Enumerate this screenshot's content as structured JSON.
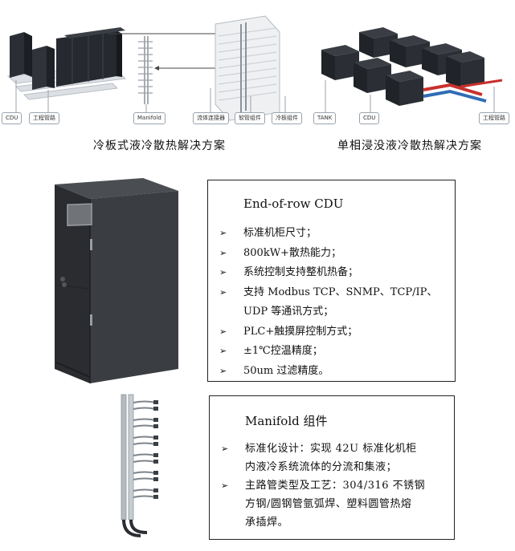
{
  "top": {
    "left_labels": {
      "cdu": "CDU",
      "pipe": "工程管路",
      "manifold": "Manifold",
      "fluid_connector": "流体连接器",
      "soft_pipe": "软管组件",
      "cold_plate": "冷板组件"
    },
    "right_labels": {
      "tank": "TANK",
      "cdu": "CDU",
      "pipe": "工程管路"
    },
    "captions": {
      "left": "冷板式液冷散热解决方案",
      "right": "单相浸没液冷散热解决方案"
    }
  },
  "cdu_spec": {
    "title": "End-of-row CDU",
    "bullet_symbol": "➢",
    "items": [
      "标准机柜尺寸；",
      "800kW+散热能力；",
      "系统控制支持整机热备；",
      "支持 Modbus TCP、SNMP、TCP/IP、",
      "UDP 等通讯方式；",
      "PLC+触摸屏控制方式；",
      "±1℃控温精度；",
      "50um 过滤精度。"
    ]
  },
  "manifold_spec": {
    "title": "Manifold  组件",
    "bullet_symbol": "➢",
    "items": [
      "标准化设计：实现 42U 标准化机柜",
      "内液冷系统流体的分流和集液；",
      "主路管类型及工艺：304/316 不锈钢",
      "方钢/圆钢管氩弧焊、塑料圆管热熔",
      "承插焊。"
    ]
  }
}
